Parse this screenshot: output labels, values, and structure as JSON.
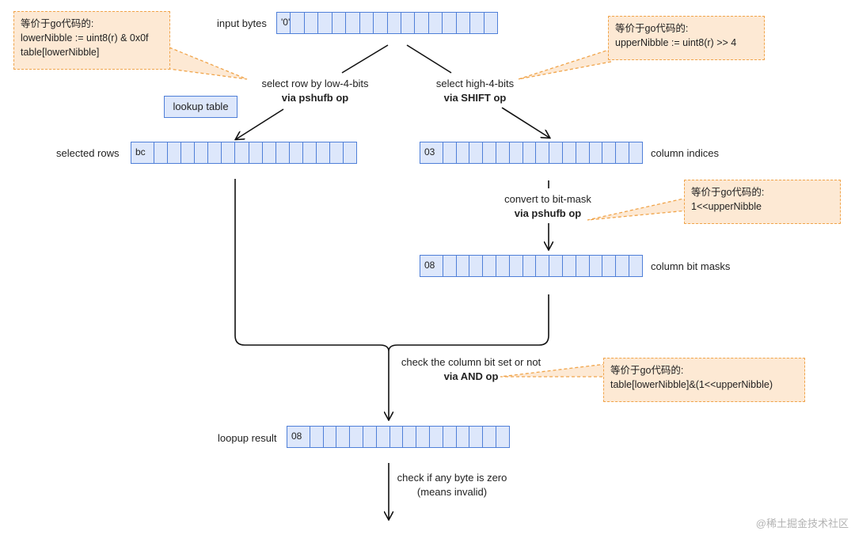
{
  "input_bytes": {
    "label": "input bytes",
    "first": "'0'"
  },
  "lookup_table": "lookup table",
  "selected_rows": {
    "label": "selected rows",
    "first": "bc"
  },
  "column_indices": {
    "label": "column indices",
    "first": "03"
  },
  "column_bit_masks": {
    "label": "column bit masks",
    "first": "08"
  },
  "lookup_result": {
    "label": "loopup result",
    "first": "08"
  },
  "steps": {
    "low_line1": "select row by low-4-bits",
    "low_line2": "via pshufb op",
    "high_line1": "select high-4-bits",
    "high_line2": "via SHIFT op",
    "mask_line1": "convert to bit-mask",
    "mask_line2": "via pshufb op",
    "and_line1": "check the column bit set or not",
    "and_line2": "via AND op",
    "zero_line1": "check if any byte is zero",
    "zero_line2": "(means invalid)"
  },
  "notes": {
    "lower": [
      "等价于go代码的:",
      "lowerNibble := uint8(r) & 0x0f",
      "table[lowerNibble]"
    ],
    "upper": [
      "等价于go代码的:",
      "upperNibble := uint8(r) >> 4"
    ],
    "mask": [
      "等价于go代码的:",
      "1<<upperNibble"
    ],
    "and": [
      "等价于go代码的:",
      "table[lowerNibble]&(1<<upperNibble)"
    ]
  },
  "watermark": "@稀土掘金技术社区",
  "colors": {
    "register_fill": "#dde7fb",
    "register_border": "#4f7fd8",
    "note_fill": "#fde9d4",
    "note_border": "#f0a44a",
    "line": "#111111"
  }
}
